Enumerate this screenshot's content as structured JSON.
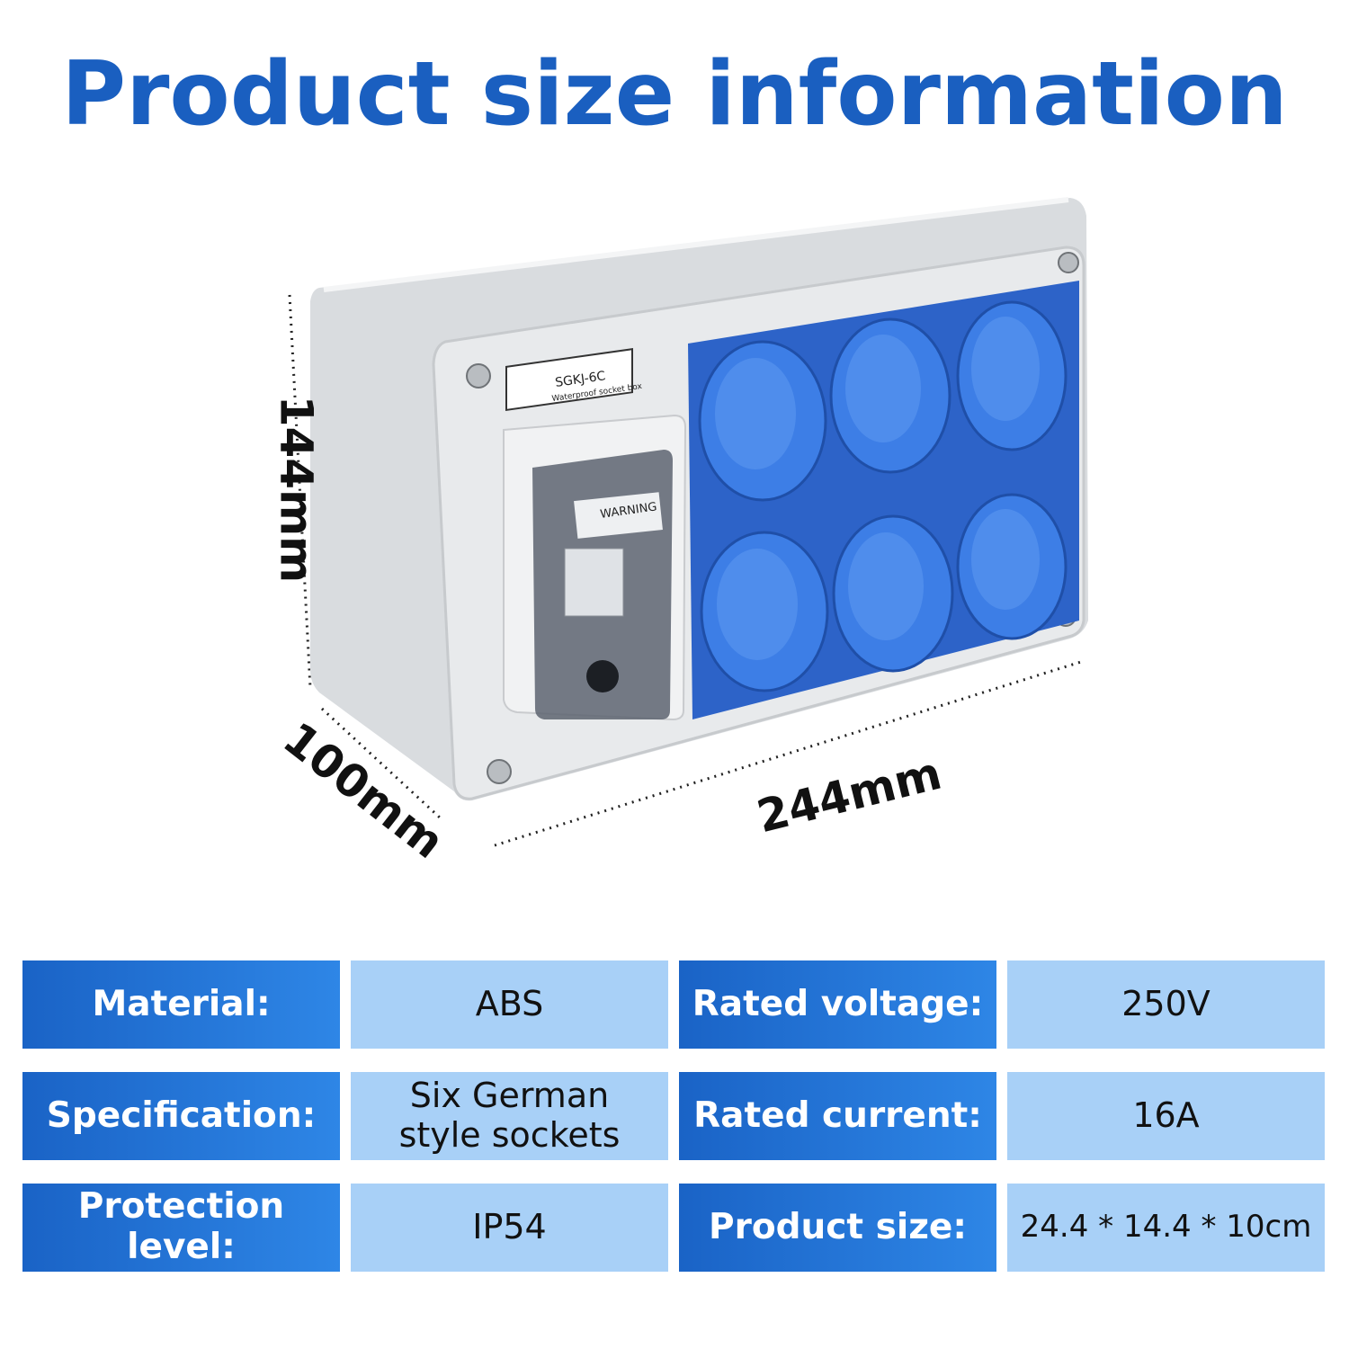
{
  "title": "Product size information",
  "product": {
    "model_label": "SGKJ-6C",
    "model_subtitle": "Waterproof socket box",
    "warning_label": "WARNING"
  },
  "dimensions": {
    "height": "144mm",
    "depth": "100mm",
    "width": "244mm"
  },
  "specs": [
    {
      "label": "Material:",
      "value": "ABS",
      "label2": "Rated voltage:",
      "value2": "250V"
    },
    {
      "label": "Specification:",
      "value": "Six German style sockets",
      "label2": "Rated current:",
      "value2": "16A"
    },
    {
      "label": "Protection level:",
      "value": "IP54",
      "label2": "Product size:",
      "value2": "24.4 * 14.4 * 10cm"
    }
  ],
  "colors": {
    "title": "#1a5fc0",
    "label_bg": "#2277d8",
    "value_bg": "#a8d0f7",
    "socket": "#2f6fd8",
    "box": "#e3e6e8"
  }
}
